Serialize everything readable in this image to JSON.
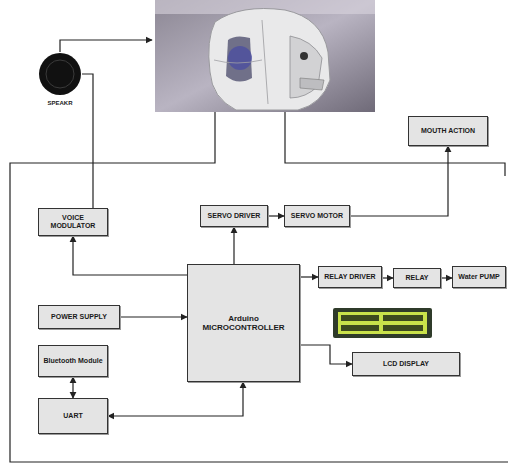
{
  "diagram": {
    "nodes": [
      {
        "text": [
          "SPEAKR"
        ]
      },
      {
        "text": [
          "MOUTH ACTION"
        ]
      },
      {
        "text": [
          "VOICE MODULATOR"
        ]
      },
      {
        "text": [
          "SERVO DRIVER"
        ]
      },
      {
        "text": [
          "SERVO MOTOR"
        ]
      },
      {
        "text": [
          "Arduino",
          "MICROCONTROLLER"
        ]
      },
      {
        "text": [
          "RELAY DRIVER"
        ]
      },
      {
        "text": [
          "RELAY"
        ]
      },
      {
        "text": [
          "Water PUMP"
        ]
      },
      {
        "text": [
          "POWER SUPPLY"
        ]
      },
      {
        "text": [
          "LCD DISPLAY"
        ]
      },
      {
        "text": [
          "Bluetooth Module"
        ]
      },
      {
        "text": [
          "UART"
        ]
      }
    ],
    "edges": [
      {
        "from": 5,
        "to": 2,
        "arrow": "to"
      },
      {
        "from": 2,
        "to": 0,
        "arrow": "none"
      },
      {
        "from": 5,
        "to": 3,
        "arrow": "to"
      },
      {
        "from": 3,
        "to": 4,
        "arrow": "to"
      },
      {
        "from": 4,
        "to": 1,
        "arrow": "to"
      },
      {
        "from": 5,
        "to": 6,
        "arrow": "to"
      },
      {
        "from": 6,
        "to": 7,
        "arrow": "to"
      },
      {
        "from": 7,
        "to": 8,
        "arrow": "to"
      },
      {
        "from": 5,
        "to": 10,
        "arrow": "to"
      },
      {
        "from": 9,
        "to": 5,
        "arrow": "to"
      },
      {
        "from": 11,
        "to": 12,
        "arrow": "both"
      },
      {
        "from": 12,
        "to": 5,
        "arrow": "both"
      }
    ]
  }
}
